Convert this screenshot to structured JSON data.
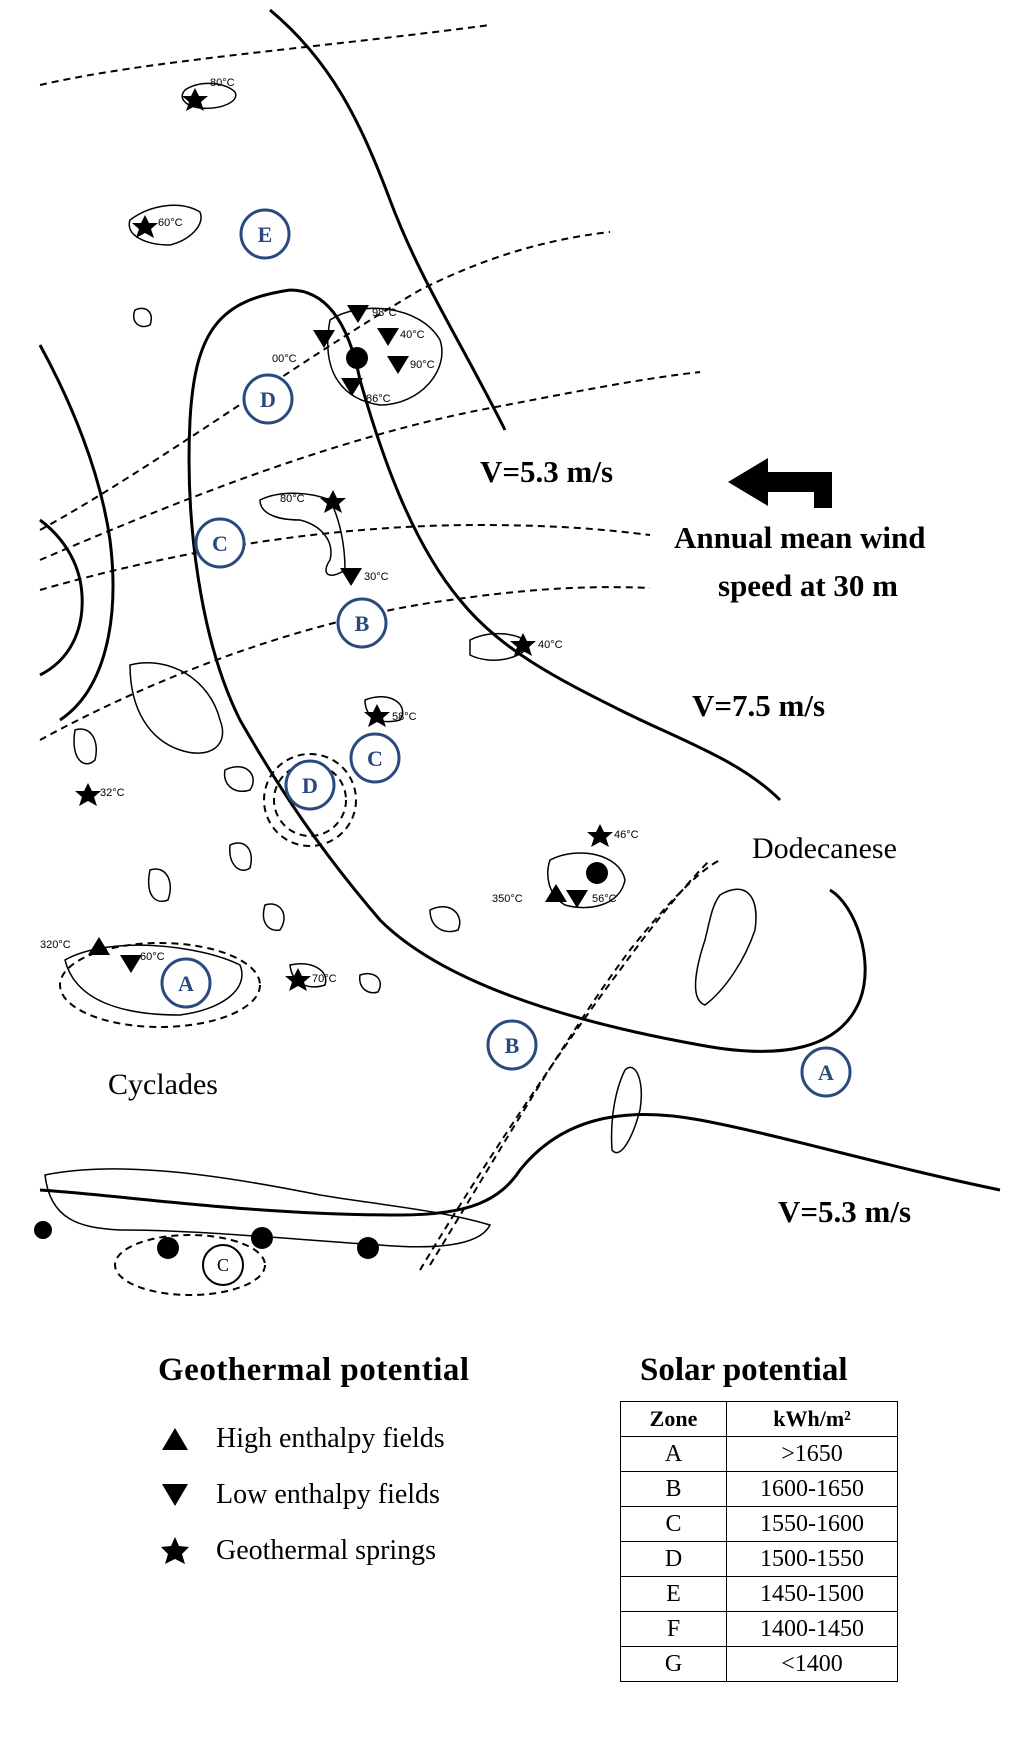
{
  "zones_on_map": [
    "E",
    "D",
    "C",
    "B",
    "C",
    "D",
    "A",
    "B",
    "A",
    "C"
  ],
  "temperatures": [
    "80°C",
    "60°C",
    "98°C",
    "40°C",
    "00°C",
    "90°C",
    "86°C",
    "80°C",
    "30°C",
    "40°C",
    "58°C",
    "32°C",
    "46°C",
    "350°C",
    "56°C",
    "320°C",
    "60°C",
    "70°C"
  ],
  "places": {
    "cyclades": "Cyclades",
    "dodecanese": "Dodecanese"
  },
  "wind": {
    "top_label": "V=5.3 m/s",
    "mid_label": "V=7.5 m/s",
    "bottom_label": "V=5.3 m/s",
    "caption_line1": "Annual mean wind",
    "caption_line2": "speed at 30 m",
    "arrow_icon": "left-arrow-icon"
  },
  "geothermal_legend": {
    "title": "Geothermal potential",
    "items": [
      {
        "icon": "triangle-up-icon",
        "label": "High enthalpy fields"
      },
      {
        "icon": "triangle-down-icon",
        "label": "Low enthalpy fields"
      },
      {
        "icon": "star-icon",
        "label": "Geothermal springs"
      }
    ]
  },
  "solar": {
    "title": "Solar potential",
    "headers": [
      "Zone",
      "kWh/m²"
    ],
    "rows": [
      [
        "A",
        ">1650"
      ],
      [
        "B",
        "1600-1650"
      ],
      [
        "C",
        "1550-1600"
      ],
      [
        "D",
        "1500-1550"
      ],
      [
        "E",
        "1450-1500"
      ],
      [
        "F",
        "1400-1450"
      ],
      [
        "G",
        "<1400"
      ]
    ]
  },
  "colors": {
    "zone_circle": "#2a4a7f",
    "isolines": "#000000"
  }
}
